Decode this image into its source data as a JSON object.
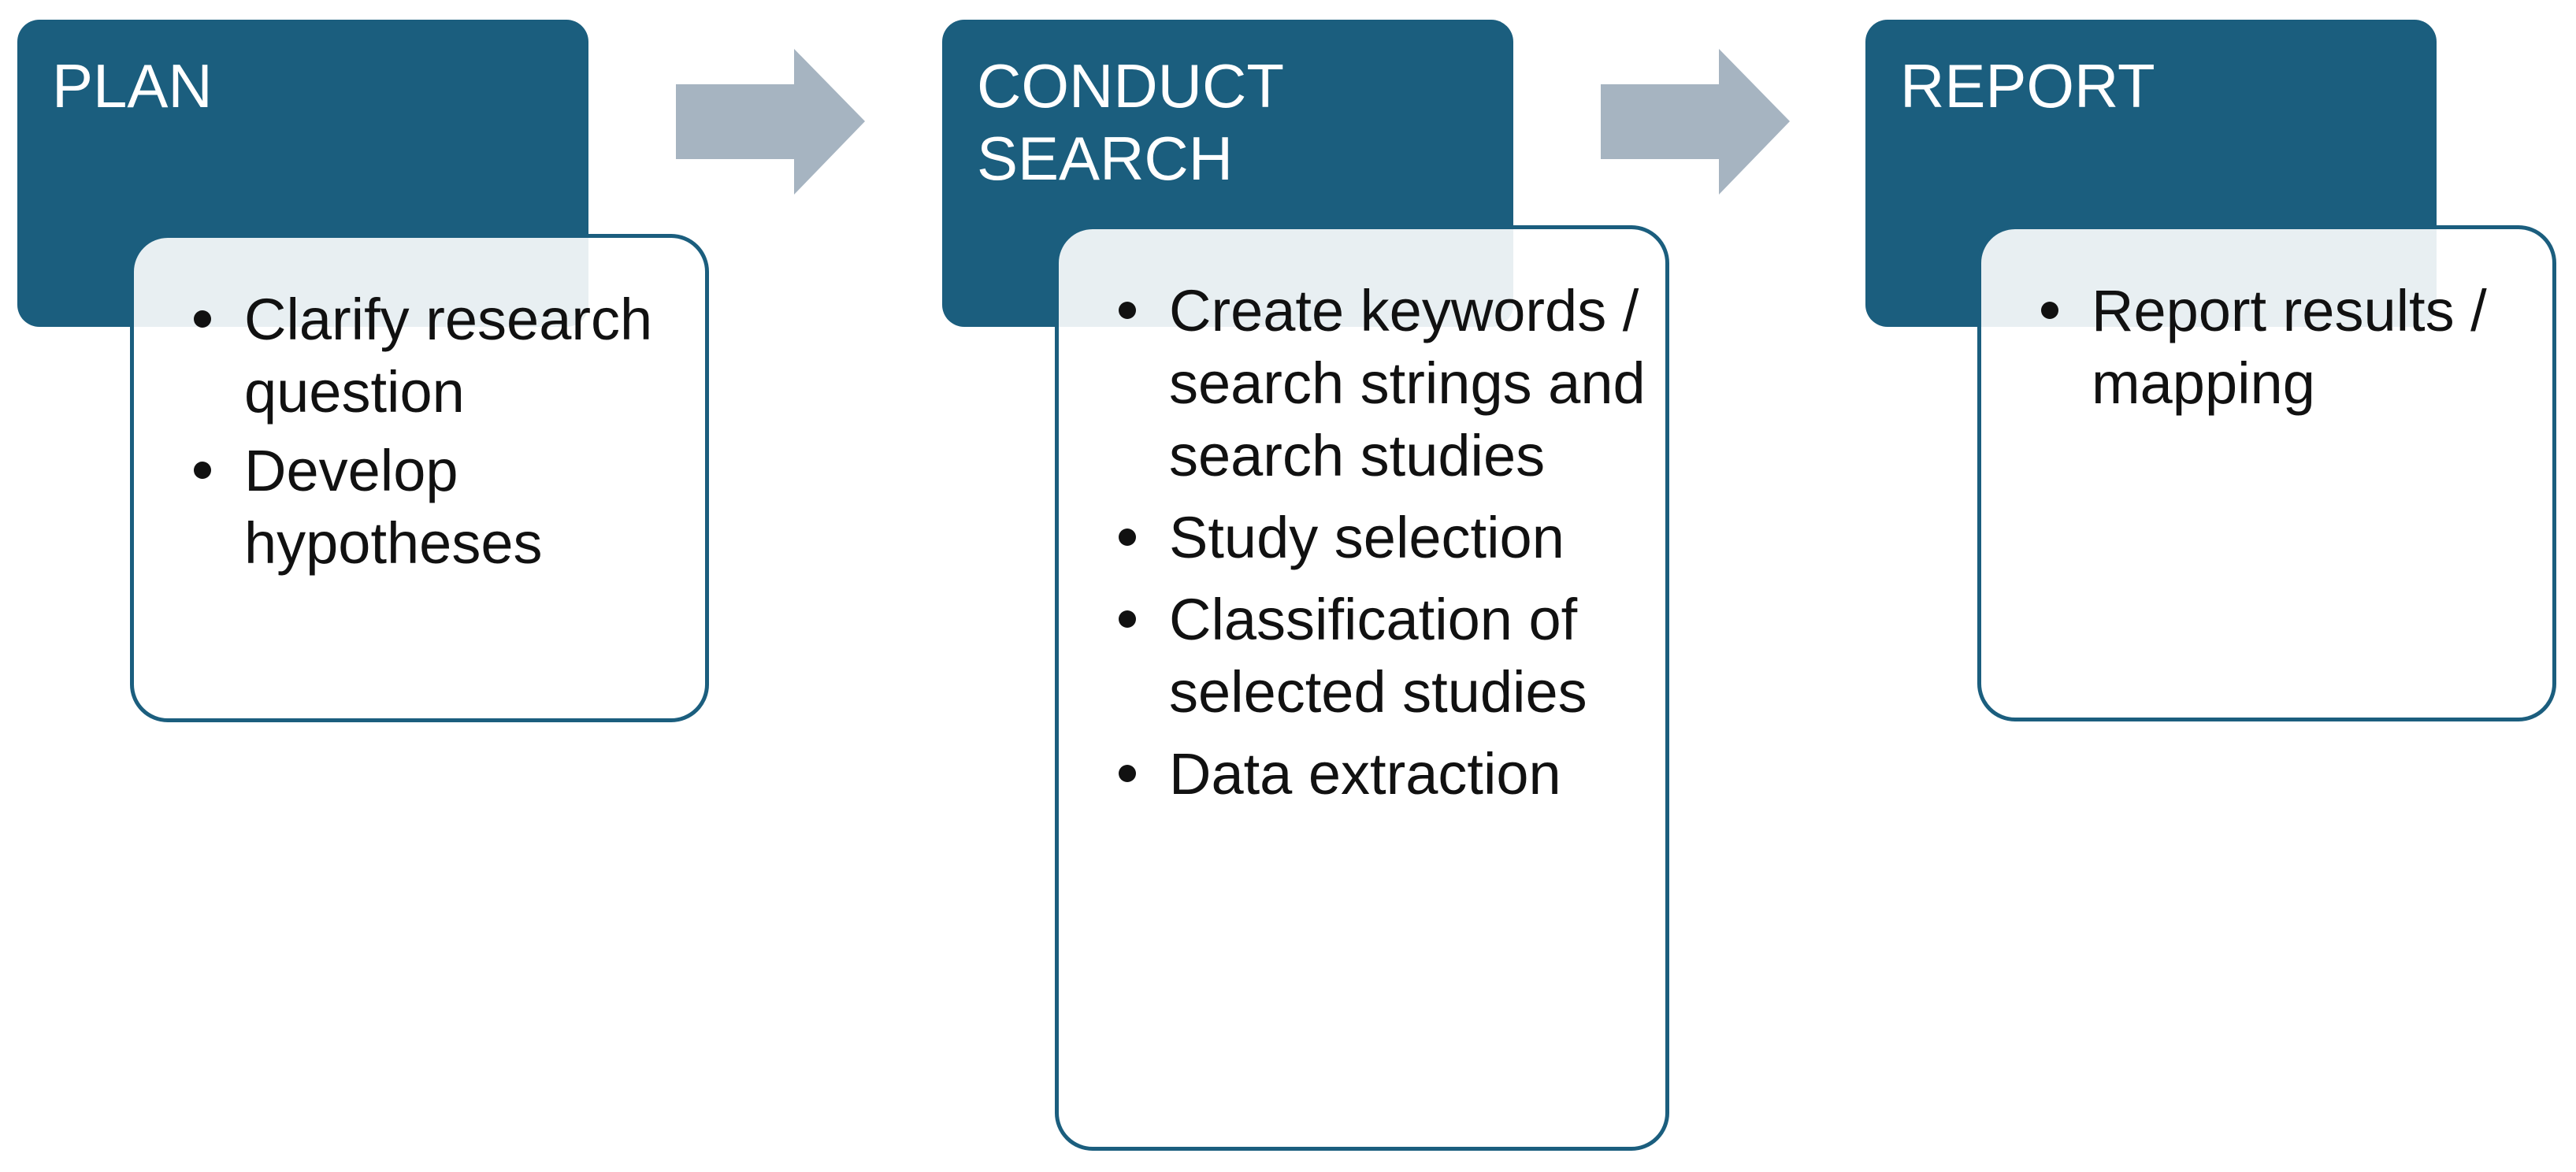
{
  "colors": {
    "header_fill": "#1b5e7e",
    "header_text": "#ffffff",
    "card_border": "#1b5e7e",
    "arrow": "#a6b4c1"
  },
  "stages": [
    {
      "title": "PLAN",
      "items": [
        "Clarify research question",
        "Develop hypotheses"
      ]
    },
    {
      "title": "CONDUCT\nSEARCH",
      "items": [
        "Create keywords / search strings and search studies",
        "Study selection",
        "Classification of selected studies",
        "Data extraction"
      ]
    },
    {
      "title": "REPORT",
      "items": [
        "Report results / mapping"
      ]
    }
  ]
}
